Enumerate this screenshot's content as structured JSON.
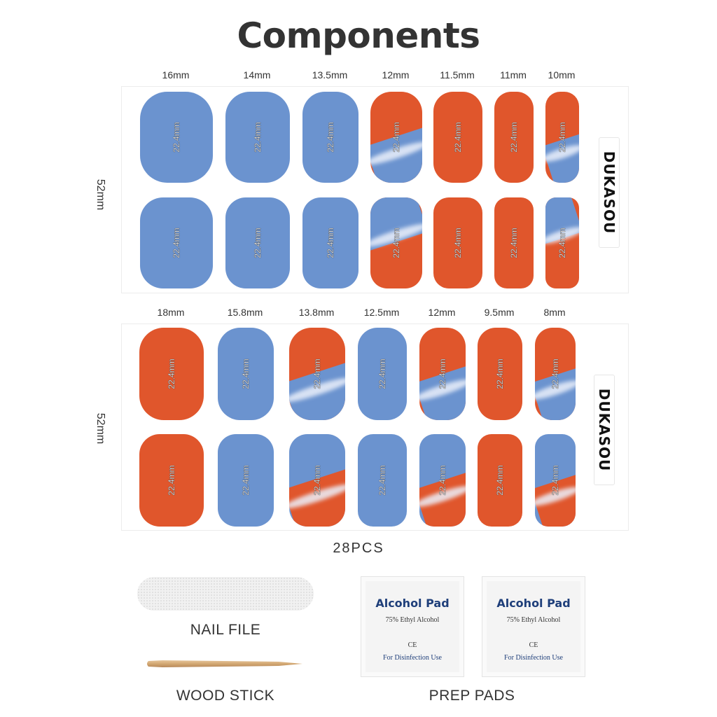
{
  "title": "Components",
  "sheets": [
    {
      "side_label": "52mm",
      "brand": "DUKASOU",
      "sizes": [
        "16mm",
        "14mm",
        "13.5mm",
        "12mm",
        "11.5mm",
        "11mm",
        "10mm"
      ],
      "top_row": [
        {
          "color": "blue",
          "pattern": "solid",
          "dim": "22.4mm"
        },
        {
          "color": "blue",
          "pattern": "solid",
          "dim": "22.4mm"
        },
        {
          "color": "blue",
          "pattern": "solid",
          "dim": "22.4mm"
        },
        {
          "color": "orange",
          "pattern": "split-blue-bottom",
          "dim": "22.4mm"
        },
        {
          "color": "orange",
          "pattern": "solid",
          "dim": "22.4mm"
        },
        {
          "color": "orange",
          "pattern": "solid",
          "dim": "22.4mm"
        },
        {
          "color": "orange",
          "pattern": "split-blue-bottom",
          "dim": "22.4mm"
        }
      ],
      "bottom_row": [
        {
          "color": "blue",
          "pattern": "solid",
          "dim": "22.4mm"
        },
        {
          "color": "blue",
          "pattern": "solid",
          "dim": "22.4mm"
        },
        {
          "color": "blue",
          "pattern": "solid",
          "dim": "22.4mm"
        },
        {
          "color": "orange",
          "pattern": "split-blue-top",
          "dim": "22.4mm"
        },
        {
          "color": "orange",
          "pattern": "solid",
          "dim": "22.4mm"
        },
        {
          "color": "orange",
          "pattern": "solid",
          "dim": "22.4mm"
        },
        {
          "color": "orange",
          "pattern": "split-blue-top",
          "dim": "22.4mm"
        }
      ]
    },
    {
      "side_label": "52mm",
      "brand": "DUKASOU",
      "sizes": [
        "18mm",
        "15.8mm",
        "13.8mm",
        "12.5mm",
        "12mm",
        "9.5mm",
        "8mm"
      ],
      "top_row": [
        {
          "color": "orange",
          "pattern": "solid",
          "dim": "22.4mm"
        },
        {
          "color": "blue",
          "pattern": "solid",
          "dim": "22.4mm"
        },
        {
          "color": "orange",
          "pattern": "split-blue-bottom",
          "dim": "22.4mm"
        },
        {
          "color": "blue",
          "pattern": "solid",
          "dim": "22.4mm"
        },
        {
          "color": "orange",
          "pattern": "split-blue-bottom",
          "dim": "22.4mm"
        },
        {
          "color": "orange",
          "pattern": "solid",
          "dim": "22.4mm"
        },
        {
          "color": "orange",
          "pattern": "split-blue-bottom",
          "dim": "22.4mm"
        }
      ],
      "bottom_row": [
        {
          "color": "orange",
          "pattern": "solid",
          "dim": "22.4mm"
        },
        {
          "color": "blue",
          "pattern": "solid",
          "dim": "22.4mm"
        },
        {
          "color": "blue",
          "pattern": "split-orange-bottom",
          "dim": "22.4mm"
        },
        {
          "color": "blue",
          "pattern": "solid",
          "dim": "22.4mm"
        },
        {
          "color": "blue",
          "pattern": "split-orange-bottom",
          "dim": "22.4mm"
        },
        {
          "color": "orange",
          "pattern": "solid",
          "dim": "22.4mm"
        },
        {
          "color": "blue",
          "pattern": "split-orange-bottom",
          "dim": "22.4mm"
        }
      ]
    }
  ],
  "count_label": "28PCS",
  "accessories": {
    "nail_file_label": "NAIL FILE",
    "wood_stick_label": "WOOD STICK",
    "prep_pads_label": "PREP PADS",
    "pad": {
      "title": "Alcohol Pad",
      "subtitle": "75% Ethyl Alcohol",
      "mark": "CE",
      "use": "For Disinfection Use"
    }
  },
  "colors": {
    "blue": "#6b93cf",
    "orange": "#e0562c",
    "pad_text": "#1f3f7a"
  }
}
